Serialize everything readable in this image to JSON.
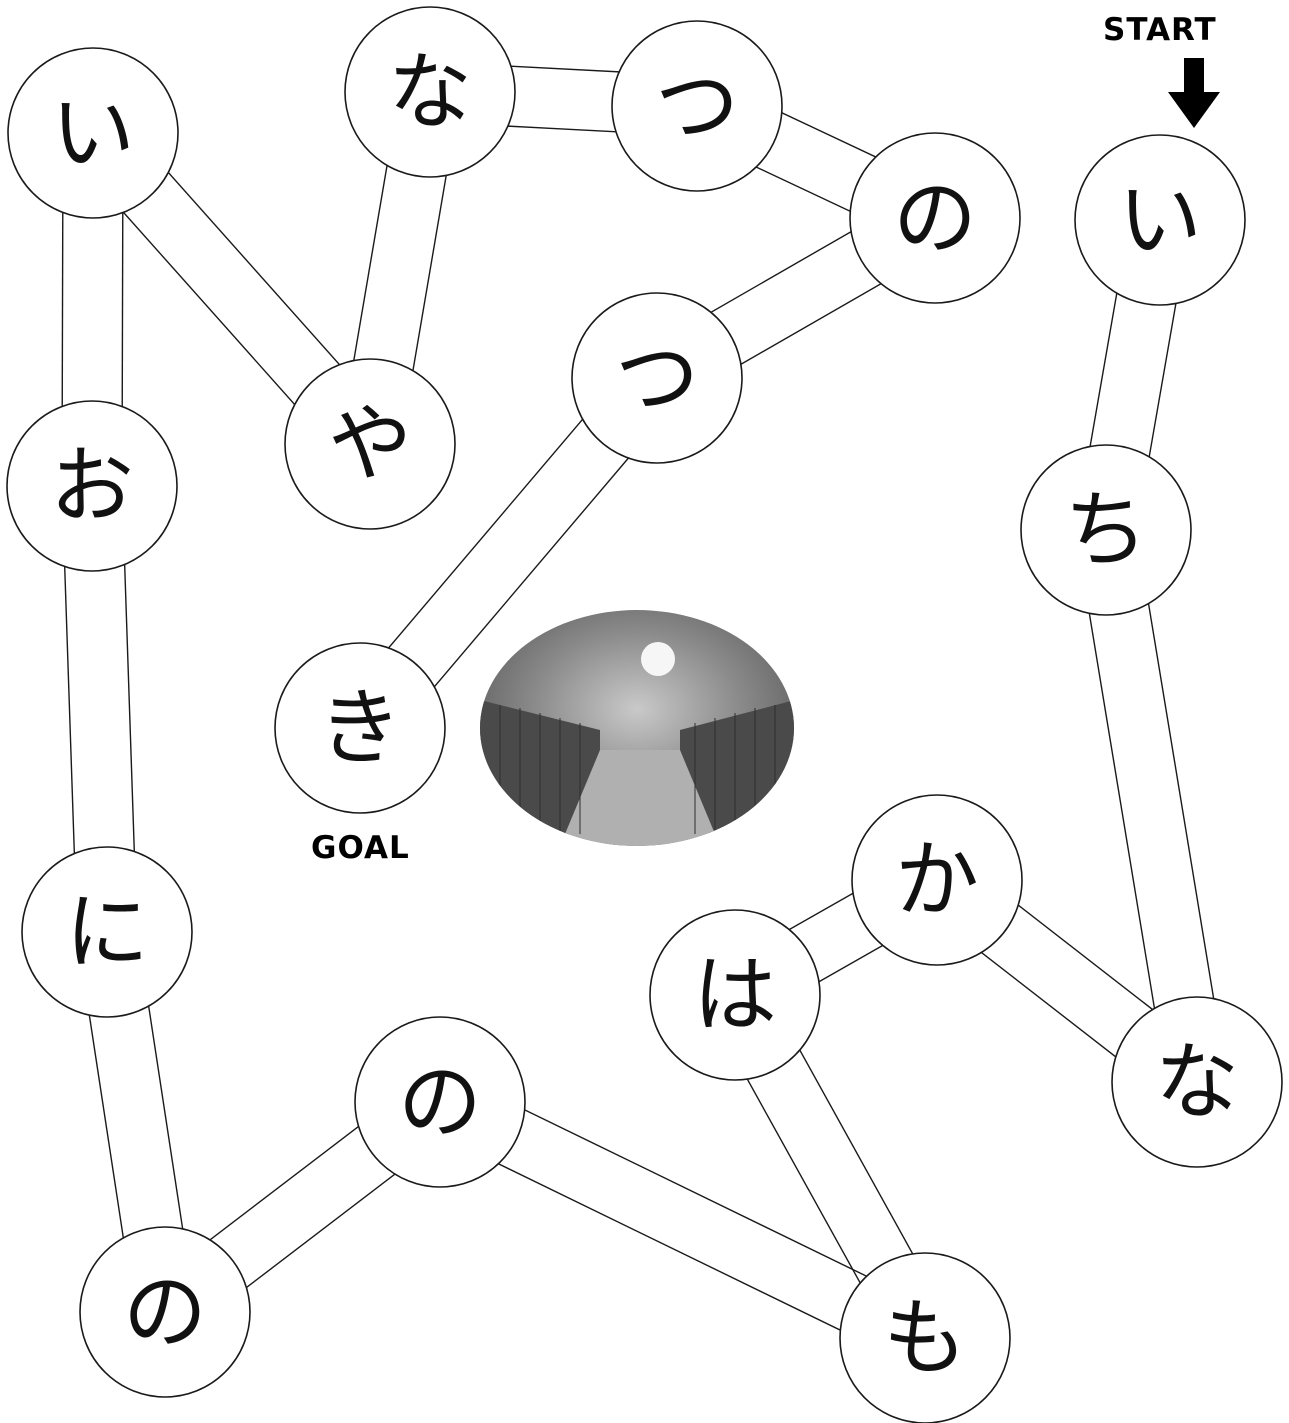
{
  "start_label": "START",
  "goal_label": "GOAL",
  "colors": {
    "line": "#1a1a1a",
    "text": "#111111",
    "background": "#ffffff"
  },
  "picture": {
    "subject": "moonlit-street-illustration"
  },
  "nodes": {
    "i_start": "い",
    "chi": "ち",
    "na_right": "な",
    "ka": "か",
    "ha": "は",
    "mo": "も",
    "no_mid": "の",
    "no_bottom": "の",
    "ni": "に",
    "o": "お",
    "i_left": "い",
    "ya": "や",
    "na_top": "な",
    "tsu_top": "つ",
    "no_top": "の",
    "tsu_mid": "つ",
    "ki": "き"
  }
}
